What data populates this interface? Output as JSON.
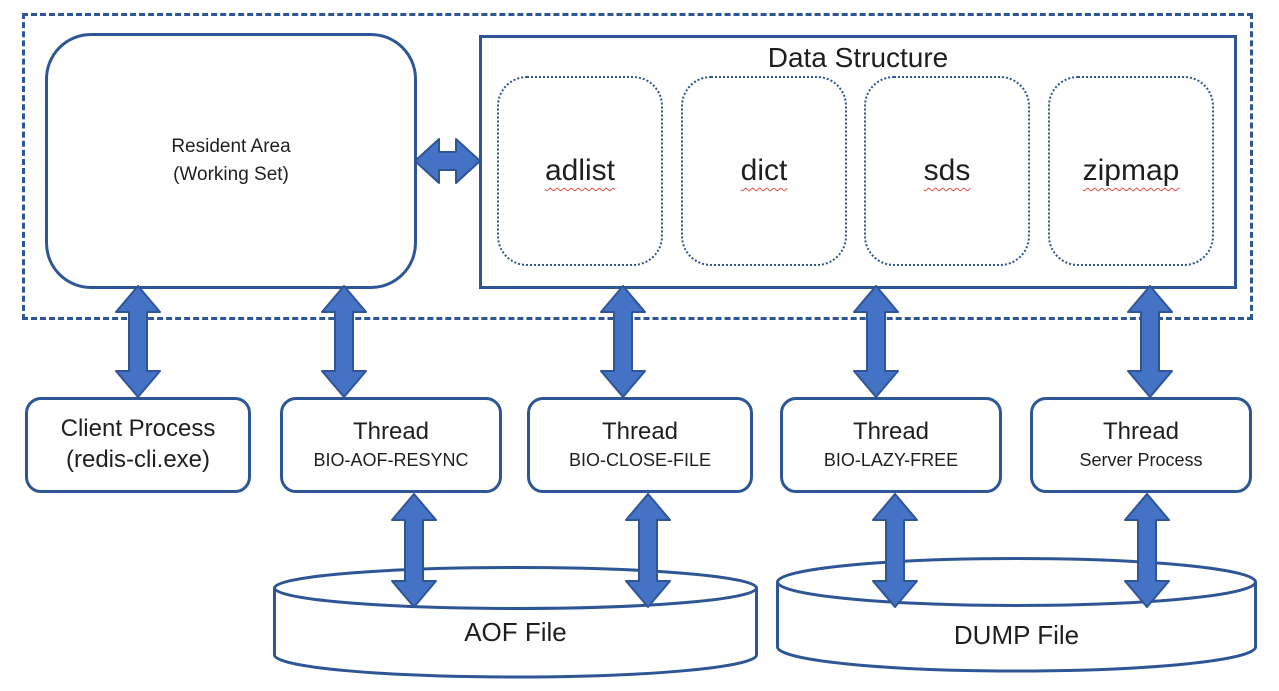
{
  "colors": {
    "stroke_blue": "#2e5694",
    "arrow_fill": "#4472c4",
    "arrow_stroke": "#2f5597",
    "squiggle_red": "#e84b45",
    "text": "#1f1f1f",
    "background": "#ffffff"
  },
  "memory": {
    "resident_area": {
      "line1": "Resident Area",
      "line2": "(Working Set)"
    },
    "data_structure": {
      "title": "Data Structure",
      "items": [
        "adlist",
        "dict",
        "sds",
        "zipmap"
      ]
    }
  },
  "processes": [
    {
      "line1": "Client Process",
      "line2": "(redis-cli.exe)"
    },
    {
      "line1": "Thread",
      "line2": "BIO-AOF-RESYNC"
    },
    {
      "line1": "Thread",
      "line2": "BIO-CLOSE-FILE"
    },
    {
      "line1": "Thread",
      "line2": "BIO-LAZY-FREE"
    },
    {
      "line1": "Thread",
      "line2": "Server Process"
    }
  ],
  "storage": {
    "aof": {
      "label": "AOF File"
    },
    "dump": {
      "label": "DUMP File"
    }
  }
}
